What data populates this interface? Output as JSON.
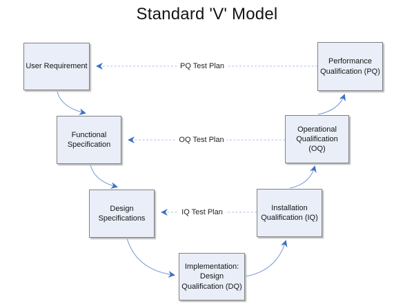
{
  "title": "Standard 'V' Model",
  "boxes": [
    {
      "id": "user-requirement",
      "label": "User Requirement"
    },
    {
      "id": "performance-qualification",
      "label": "Performance Qualification (PQ)"
    },
    {
      "id": "functional-specification",
      "label": "Functional Specification"
    },
    {
      "id": "operational-qualification",
      "label": "Operational Qualification (OQ)"
    },
    {
      "id": "design-specifications",
      "label": "Design Specifications"
    },
    {
      "id": "installation-qualification",
      "label": "Installation Qualification (IQ)"
    },
    {
      "id": "implementation-dq",
      "label": "Implementation: Design Qualification (DQ)"
    }
  ],
  "test_plans": [
    {
      "label": "PQ Test Plan"
    },
    {
      "label": "OQ Test Plan"
    },
    {
      "label": "IQ Test Plan"
    }
  ],
  "colors": {
    "background": "#ffffff",
    "box_fill": "#e9eef8",
    "box_border": "#7f7f7f",
    "connector_line": "#7e9ddb",
    "connector_dash": "#aebfe6",
    "arrowhead": "#3f6fc4",
    "text": "#141414"
  }
}
